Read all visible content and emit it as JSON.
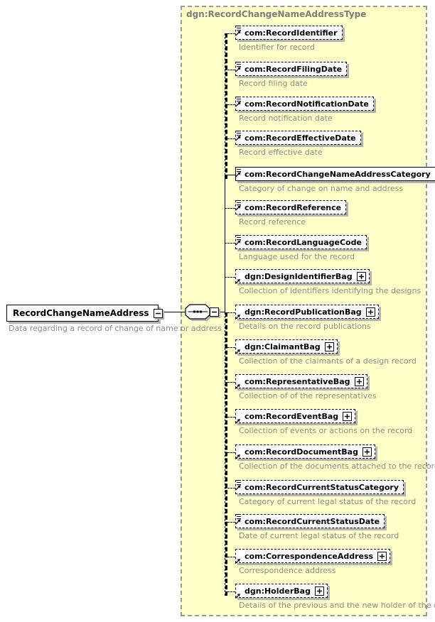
{
  "diagram": {
    "container_title": "dgn:RecordChangeNameAddressType",
    "root": {
      "label": "RecordChangeNameAddress",
      "description": "Data regarding a record of change of name or address"
    },
    "connector": {
      "type": "sequence",
      "symbol": "octagon-with-three-dots"
    },
    "children": [
      {
        "label": "com:RecordIdentifier",
        "description": "Identifier for record",
        "required": false,
        "has_children": false
      },
      {
        "label": "com:RecordFilingDate",
        "description": "Record filing date",
        "required": false,
        "has_children": false
      },
      {
        "label": "com:RecordNotificationDate",
        "description": "Record notification date",
        "required": false,
        "has_children": false
      },
      {
        "label": "com:RecordEffectiveDate",
        "description": "Record effective date",
        "required": false,
        "has_children": false
      },
      {
        "label": "com:RecordChangeNameAddressCategory",
        "description": "Category of change on name and address",
        "required": true,
        "has_children": false
      },
      {
        "label": "com:RecordReference",
        "description": "Record reference",
        "required": false,
        "has_children": false
      },
      {
        "label": "com:RecordLanguageCode",
        "description": "Language used for the record",
        "required": false,
        "has_children": false
      },
      {
        "label": "dgn:DesignIdentifierBag",
        "description": "Collection of identifiers identifying the designs",
        "required": false,
        "has_children": true
      },
      {
        "label": "dgn:RecordPublicationBag",
        "description": "Details on the record publications",
        "required": false,
        "has_children": true
      },
      {
        "label": "dgn:ClaimantBag",
        "description": "Collection of the claimants of a design record",
        "required": false,
        "has_children": true
      },
      {
        "label": "com:RepresentativeBag",
        "description": "Collection of of the representatives",
        "required": false,
        "has_children": true
      },
      {
        "label": "com:RecordEventBag",
        "description": "Collection of events or actions on the record",
        "required": false,
        "has_children": true
      },
      {
        "label": "com:RecordDocumentBag",
        "description": "Collection of the documents attached to the record",
        "required": false,
        "has_children": true
      },
      {
        "label": "com:RecordCurrentStatusCategory",
        "description": "Category of current legal status of the record",
        "required": false,
        "has_children": false
      },
      {
        "label": "com:RecordCurrentStatusDate",
        "description": "Date of current legal status of the record",
        "required": false,
        "has_children": false
      },
      {
        "label": "com:CorrespondenceAddress",
        "description": "Correspondence address",
        "required": false,
        "has_children": true
      },
      {
        "label": "dgn:HolderBag",
        "description": "Details of the previous and the new holder of the design",
        "required": false,
        "has_children": true
      }
    ]
  },
  "icons": {
    "text-element-icon": "≡↗",
    "element-arrow-icon": "↗",
    "expand-plus-icon": "+",
    "collapse-minus-icon": "−",
    "sequence-icon": "•••"
  },
  "colors": {
    "container_bg": "#ffffc8",
    "container_border": "#9a9a9a",
    "title_text": "#7e7e7e",
    "description_text": "#8c8c8c",
    "box_border": "#000000",
    "box_bg": "#ffffff",
    "shadow": "#b3b3b3"
  }
}
